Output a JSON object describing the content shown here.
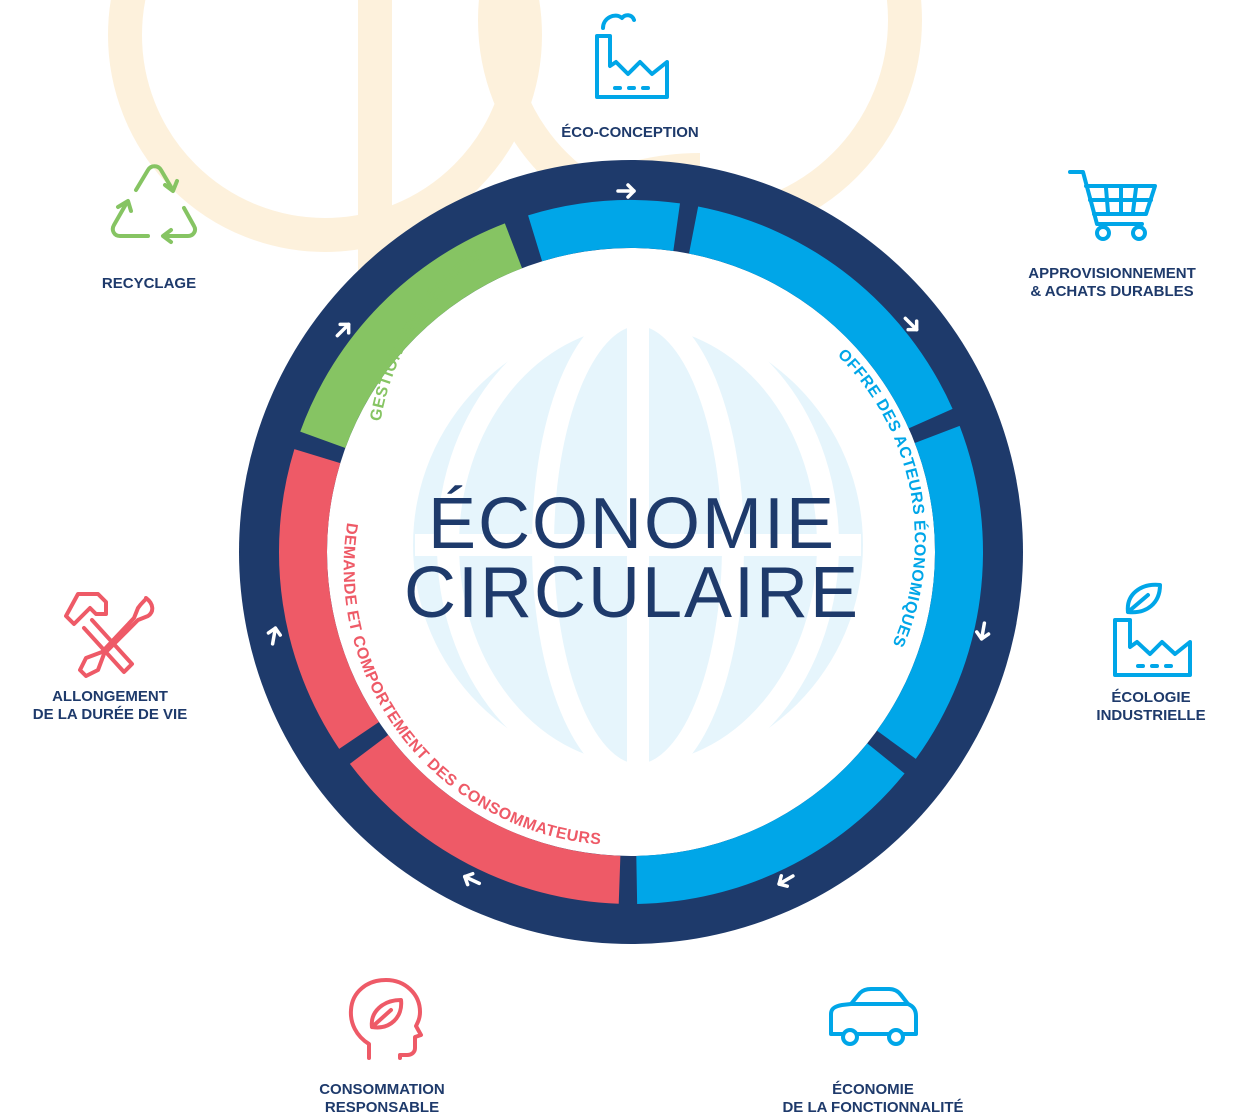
{
  "center": {
    "line1": "ÉCONOMIE",
    "line2": "CIRCULAIRE"
  },
  "ring_segments": {
    "waste": "GESTION DES DÉCHETS",
    "offer": "OFFRE DES ACTEURS ÉCONOMIQUES",
    "demand": "DEMANDE ET COMPORTEMENT DES CONSOMMATEURS"
  },
  "pillars": {
    "eco_conception": "ÉCO-CONCEPTION",
    "supply_line1": "APPROVISIONNEMENT",
    "supply_line2": "& ACHATS DURABLES",
    "ecology_line1": "ÉCOLOGIE",
    "ecology_line2": "INDUSTRIELLE",
    "functionality_line1": "ÉCONOMIE",
    "functionality_line2": "DE LA FONCTIONNALITÉ",
    "consumption_line1": "CONSOMMATION",
    "consumption_line2": "RESPONSABLE",
    "lifespan_line1": "ALLONGEMENT",
    "lifespan_line2": "DE LA DURÉE DE VIE",
    "recycling": "RECYCLAGE"
  },
  "icons": [
    "factory-icon",
    "shopping-cart-icon",
    "eco-factory-icon",
    "car-icon",
    "head-leaf-icon",
    "tools-icon",
    "recycle-icon"
  ],
  "colors": {
    "navy": "#1e3a6b",
    "blue": "#00a6e8",
    "green": "#86c463",
    "red": "#ee5a67",
    "watermark": "#fdf1dc",
    "globe": "#e6f5fc"
  }
}
